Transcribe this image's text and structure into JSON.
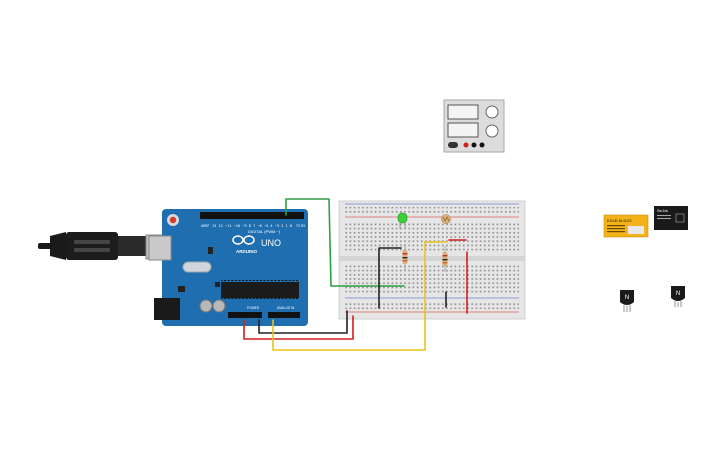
{
  "arduino": {
    "logo": "ARDUINO",
    "model": "UNO",
    "digital_label": "DIGITAL (PWM ~)",
    "power_label": "POWER",
    "analog_label": "ANALOG IN",
    "aref_label": "AREF",
    "gnd_label": "GND",
    "tx_label": "TX",
    "rx_label": "RX"
  },
  "relay_module": {
    "label": "KS2E-M-DC5"
  },
  "relay_black": {
    "label": "Ssr1dc"
  },
  "transistors": [
    {
      "label": "N"
    },
    {
      "label": "N"
    }
  ],
  "colors": {
    "board": "#1f6fb0",
    "breadboard": "#e6e6e6",
    "wire_green": "#2ea043",
    "wire_red": "#d11e1e",
    "wire_yellow": "#e8c21b",
    "wire_black": "#222222",
    "led": "#3ccf3c",
    "relay": "#f3b21a"
  },
  "icons": [
    "usb-cable-icon",
    "power-supply-icon",
    "led-icon",
    "resistor-icon",
    "photoresistor-icon",
    "relay-icon",
    "transistor-icon"
  ]
}
